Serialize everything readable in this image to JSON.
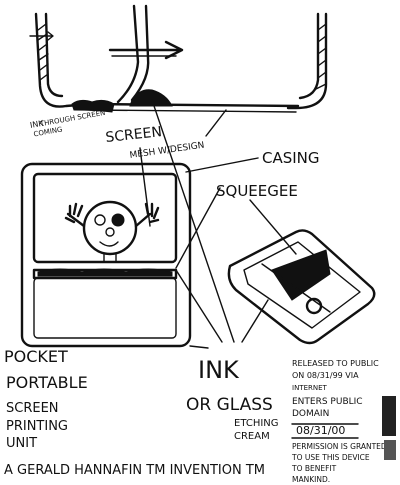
{
  "labels": {
    "ink_through": [
      "INK",
      "COMING",
      "THROUGH SCREEN"
    ],
    "screen_mesh": [
      "SCREEN",
      "MESH W/DESIGN"
    ],
    "casing": "CASING",
    "squeegee": "SQUEEGEE",
    "ink": "INK",
    "or_glass": "OR GLASS",
    "etching_cream": [
      "ETCHING",
      "CREAM"
    ],
    "title": [
      "POCKET",
      "PORTABLE",
      "SCREEN",
      "PRINTING",
      "UNIT"
    ],
    "credit": "A GERALD HANNAFIN TM INVENTION TM"
  },
  "notice": {
    "release": [
      "RELEASED TO PUBLIC",
      "ON 08/31/99 VIA",
      "INTERNET"
    ],
    "public_domain": [
      "ENTERS PUBLIC",
      "DOMAIN",
      "08/31/00"
    ],
    "permission": [
      "PERMISSION IS GRANTED",
      "TO USE THIS DEVICE",
      "TO BENEFIT",
      "MANKIND."
    ]
  }
}
